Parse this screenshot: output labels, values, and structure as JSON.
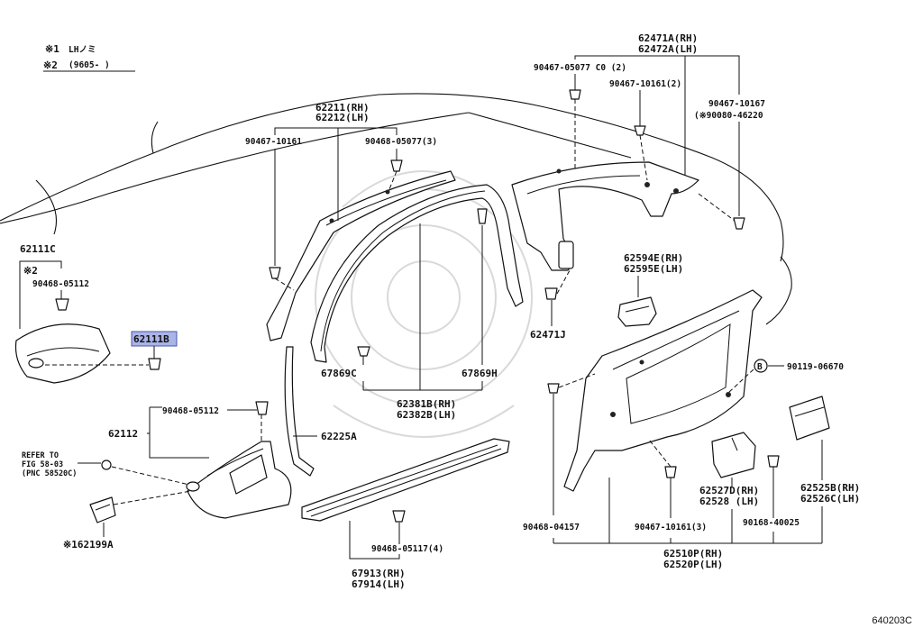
{
  "notes": [
    {
      "mark": "※1",
      "text": "LHノミ"
    },
    {
      "mark": "※2",
      "text": "(9605-     )"
    }
  ],
  "labels": {
    "p62471A": "62471A(RH)",
    "p62472A": "62472A(LH)",
    "p90467_05077": "90467-05077 C0 (2)",
    "p90467_10161_2": "90467-10161(2)",
    "p90467_10167": "90467-10167",
    "p90080_46220": "(※90080-46220",
    "p62211": "62211(RH)",
    "p62212": "62212(LH)",
    "p90467_10161": "90467-10161",
    "p90468_05077": "90468-05077(3)",
    "p62111C": "62111C",
    "mark2": "※2",
    "p90468_05112a": "90468-05112",
    "p62111B": "62111B",
    "p62594E": "62594E(RH)",
    "p62595E": "62595E(LH)",
    "p62471J": "62471J",
    "p67869C": "67869C",
    "p67869H": "67869H",
    "p90119_06670": "90119-06670",
    "circleB": "B",
    "p62381B": "62381B(RH)",
    "p62382B": "62382B(LH)",
    "p90468_05112b": "90468-05112",
    "p62112": "62112",
    "p62225A": "62225A",
    "refer1": "REFER TO",
    "refer2": "FIG 58-03",
    "refer3": "(PNC 58520C)",
    "p62199A": "※162199A",
    "p90468_05117": "90468-05117(4)",
    "p67913": "67913(RH)",
    "p67914": "67914(LH)",
    "p90468_04157": "90468-04157",
    "p90467_10161_3": "90467-10161(3)",
    "p62527D": "62527D(RH)",
    "p62528": "62528  (LH)",
    "p90168_40025": "90168-40025",
    "p62525B": "62525B(RH)",
    "p62526C": "62526C(LH)",
    "p62510P": "62510P(RH)",
    "p62520P": "62520P(LH)"
  },
  "figure_code": "640203C"
}
